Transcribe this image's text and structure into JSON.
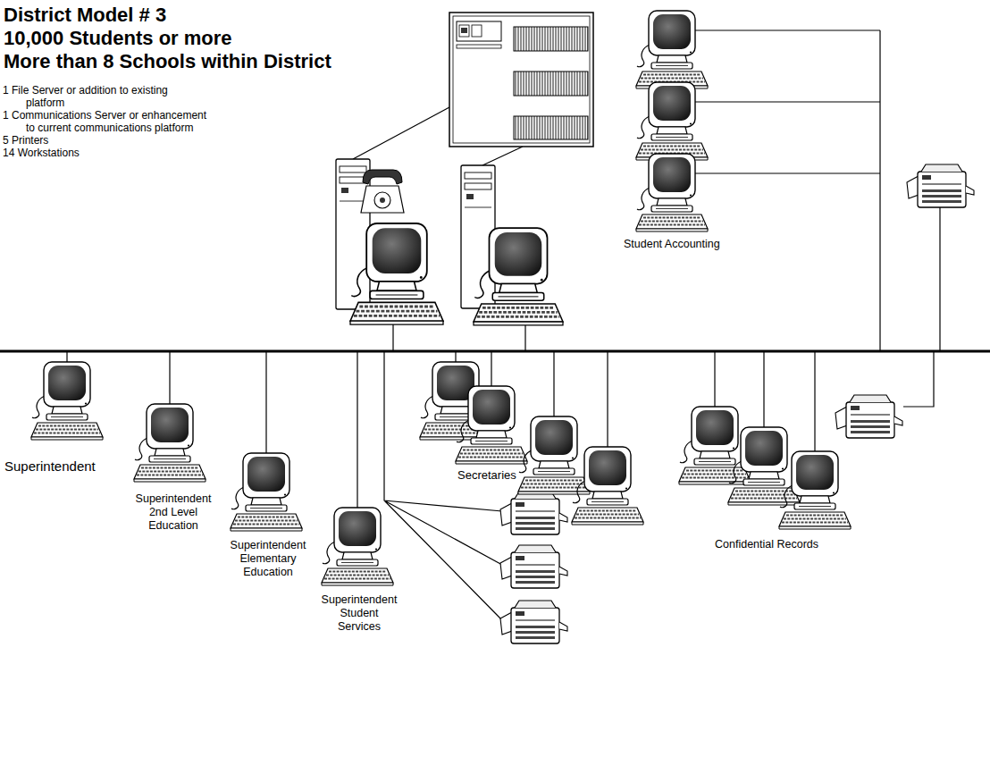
{
  "diagram": {
    "title": "District Model # 3",
    "nodes": [
      {
        "text": [
          "Superintendent"
        ]
      },
      {
        "text": [
          "Superintendent 2nd Level Education"
        ]
      },
      {
        "text": [
          "Superintendent Elementary Education"
        ]
      },
      {
        "text": [
          "Superintendent Student Services"
        ]
      },
      {
        "text": [
          "Secretaries"
        ]
      },
      {
        "text": [
          "Student Accounting"
        ]
      },
      {
        "text": [
          "Confidential Records"
        ]
      }
    ],
    "labels": [
      "10,000 Students or more",
      "More than 8 Schools within District",
      "1 File Server or addition to existing platform",
      "1 Communications Server or enhancement to current communications platform",
      "5 Printers",
      "14 Workstations"
    ]
  }
}
